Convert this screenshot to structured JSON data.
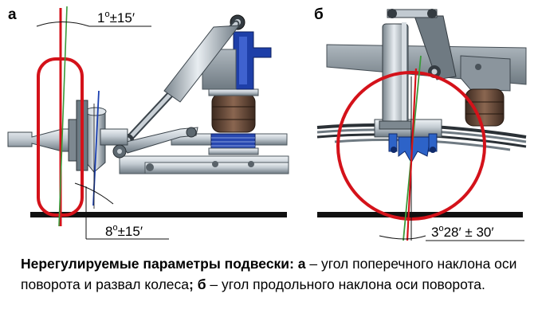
{
  "panels": {
    "a": {
      "letter": "а",
      "angle_top": {
        "value": "1",
        "degree": "o",
        "tolerance": "±15′"
      },
      "angle_bottom": {
        "value": "8",
        "degree": "o",
        "tolerance": "±15′"
      }
    },
    "b": {
      "letter": "б",
      "angle_bottom": {
        "value": "3",
        "degree": "o",
        "tolerance": "28′ ± 30′"
      }
    }
  },
  "caption": {
    "bold_lead": "Нерегулируемые параметры подвески:",
    "a_letter": "а",
    "a_text": " – угол поперечного наклона оси поворота и развал колеса",
    "sep": ";",
    "b_letter": "б",
    "b_text": " – угол продольного наклона оси поворота."
  },
  "colors": {
    "wheel_red": "#d4121a",
    "axis_blue": "#1a3fb0",
    "axis_green": "#3a9a3a",
    "steel": "#b7c0c8",
    "steel_dark": "#5d6870",
    "frame_gray": "#8d979f",
    "bumper_brown": "#6b4a36",
    "bracket_blue": "#1e3fa8"
  }
}
